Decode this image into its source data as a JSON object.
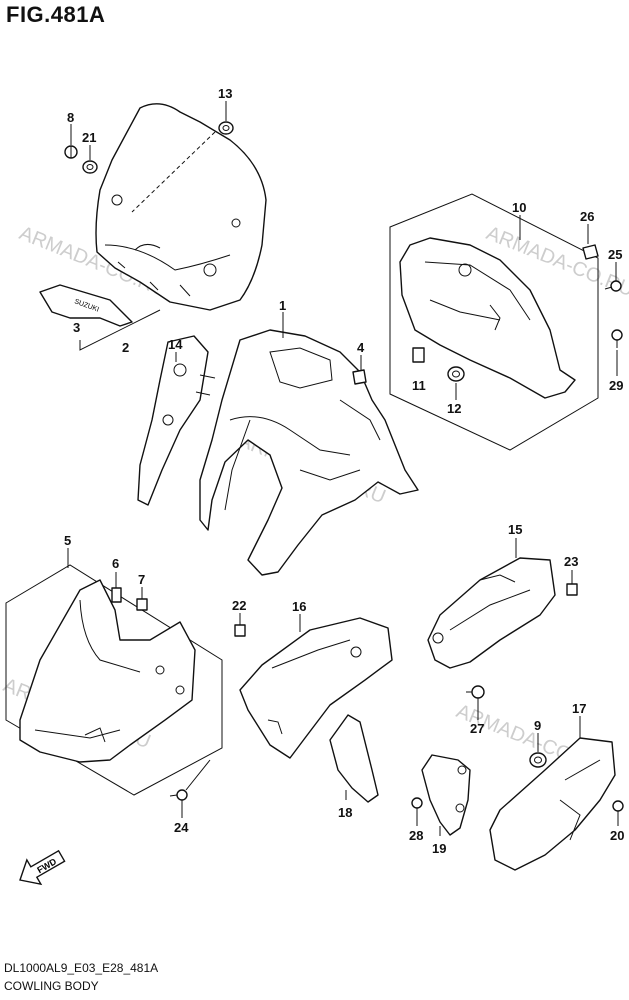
{
  "figure": {
    "title": "FIG.481A",
    "model_code": "DL1000AL9_E03_E28_481A",
    "description": "COWLING BODY",
    "direction_label": "FWD",
    "decal_text": "SUZUKI"
  },
  "watermarks": [
    "ARMADA-CO.RU",
    "ARMADA-CO.RU",
    "ARMADA-CO.RU",
    "ARMADA-CO.RU",
    "ARMADA-CO.RU"
  ],
  "callouts": [
    "1",
    "2",
    "3",
    "4",
    "5",
    "6",
    "7",
    "8",
    "9",
    "10",
    "11",
    "12",
    "13",
    "14",
    "15",
    "16",
    "17",
    "18",
    "19",
    "20",
    "21",
    "22",
    "23",
    "24",
    "25",
    "26",
    "27",
    "28",
    "29"
  ]
}
